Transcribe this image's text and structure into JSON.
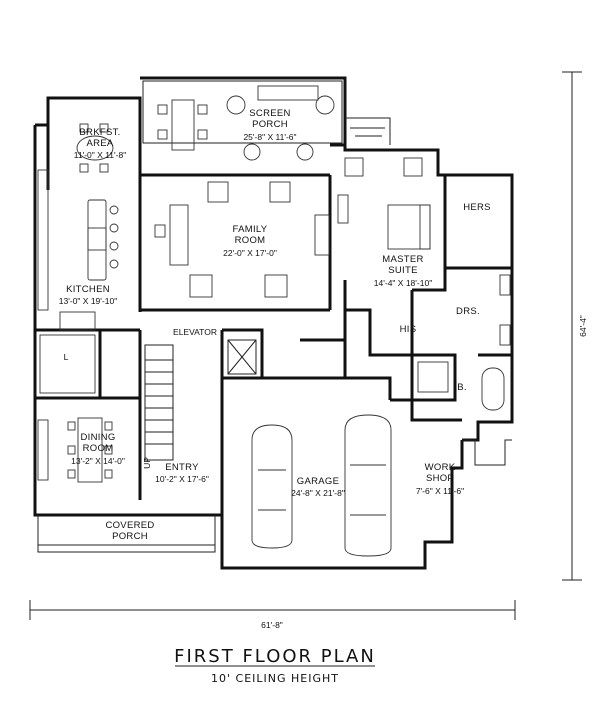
{
  "rooms": {
    "screen_porch": {
      "name": "SCREEN\nPORCH",
      "size": "25'-8\" X 11'-6\""
    },
    "brkfst_area": {
      "name": "BRKFST.\nAREA",
      "size": "11'-0\" X 11'-8\""
    },
    "family_room": {
      "name": "FAMILY\nROOM",
      "size": "22'-0\" X 17'-0\""
    },
    "master_suite": {
      "name": "MASTER\nSUITE",
      "size": "14'-4\" X 18'-10\""
    },
    "hers": {
      "name": "HERS"
    },
    "drs": {
      "name": "DRS."
    },
    "his": {
      "name": "HIS"
    },
    "b": {
      "name": "B."
    },
    "kitchen": {
      "name": "KITCHEN",
      "size": "13'-0\" X 19'-10\""
    },
    "elevator": {
      "name": "ELEVATOR"
    },
    "dining_room": {
      "name": "DINING\nROOM",
      "size": "13'-2\" X 14'-0\""
    },
    "entry": {
      "name": "ENTRY",
      "size": "10'-2\" X 17'-6\""
    },
    "garage": {
      "name": "GARAGE",
      "size": "24'-8\" X 21'-8\""
    },
    "work_shop": {
      "name": "WORK\nSHOP",
      "size": "7'-6\" X 11'-6\""
    },
    "covered_porch": {
      "name": "COVERED\nPORCH"
    },
    "up": {
      "name": "UP"
    },
    "l_mark": {
      "name": "L"
    }
  },
  "dimensions": {
    "overall_width": "61'-8\"",
    "overall_depth": "64'-4\""
  },
  "title": "FIRST FLOOR PLAN",
  "subtitle": "10' CEILING HEIGHT"
}
